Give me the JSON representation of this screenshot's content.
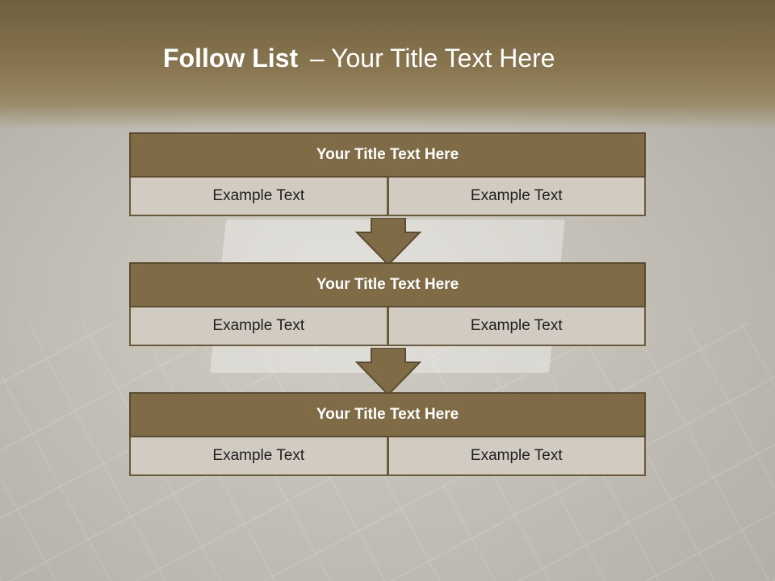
{
  "slide": {
    "title_strong": "Follow List",
    "title_rest": "– Your Title Text Here"
  },
  "blocks": [
    {
      "title": "Your Title Text Here",
      "left": "Example Text",
      "right": "Example Text"
    },
    {
      "title": "Your Title Text Here",
      "left": "Example Text",
      "right": "Example Text"
    },
    {
      "title": "Your Title Text Here",
      "left": "Example Text",
      "right": "Example Text"
    }
  ],
  "colors": {
    "header_band": "#806b47",
    "cell_bg": "#d1cbc2",
    "border": "#5b4c31",
    "arrow": "#806b47"
  }
}
